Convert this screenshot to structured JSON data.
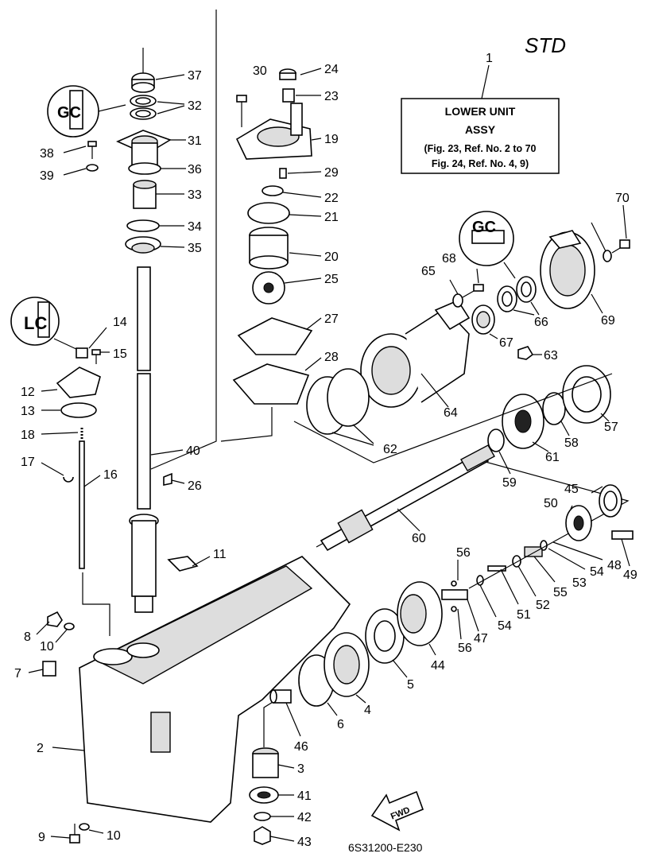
{
  "header": {
    "std_label": "STD"
  },
  "assembly_box": {
    "callout": "1",
    "title": "LOWER UNIT",
    "subtitle": "ASSY",
    "ref_line_1": "(Fig. 23, Ref. No. 2 to 70",
    "ref_line_2": "Fig. 24, Ref. No. 4, 9)"
  },
  "fwd_label": "FWD",
  "drawing_code": "6S31200-E230",
  "part_numbers": [
    "37",
    "32",
    "31",
    "36",
    "33",
    "34",
    "35",
    "38",
    "39",
    "30",
    "24",
    "23",
    "19",
    "29",
    "22",
    "21",
    "20",
    "25",
    "27",
    "28",
    "14",
    "15",
    "12",
    "13",
    "18",
    "17",
    "16",
    "40",
    "26",
    "11",
    "8",
    "10",
    "7",
    "2",
    "9",
    "10",
    "3",
    "41",
    "42",
    "43",
    "46",
    "6",
    "4",
    "5",
    "44",
    "56",
    "47",
    "54",
    "56",
    "51",
    "52",
    "55",
    "53",
    "54",
    "48",
    "49",
    "50",
    "45",
    "60",
    "59",
    "61",
    "58",
    "57",
    "64",
    "62",
    "67",
    "63",
    "66",
    "65",
    "68",
    "69",
    "70"
  ]
}
